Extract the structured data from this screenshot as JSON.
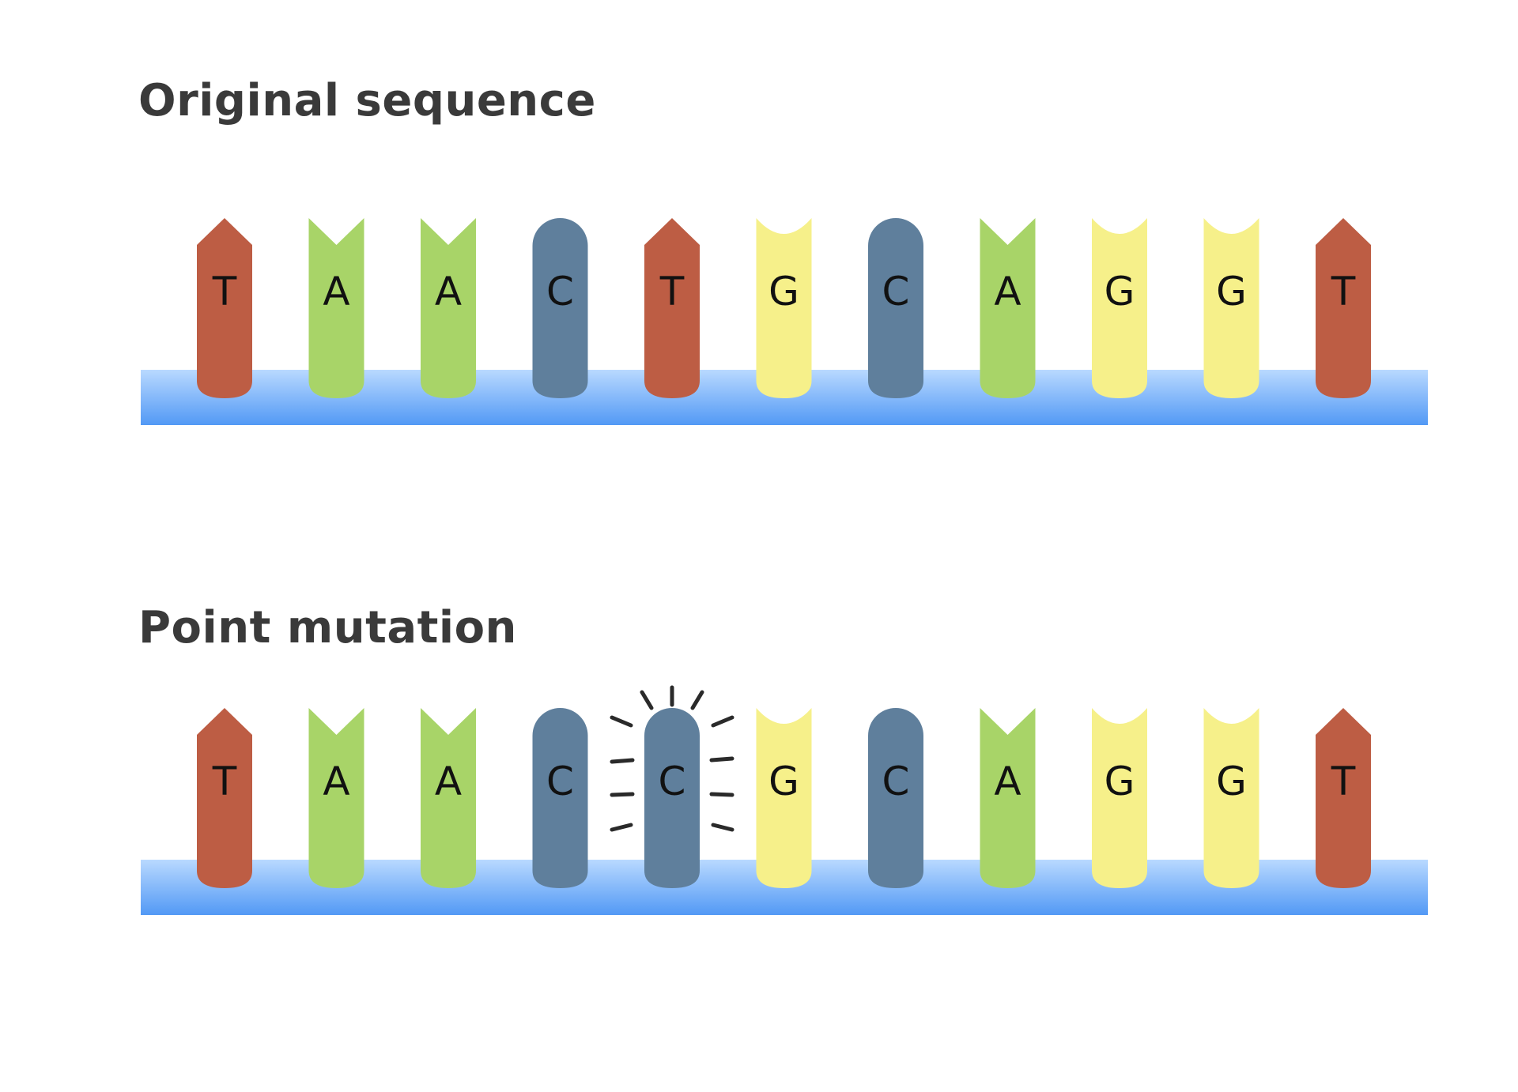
{
  "sections": [
    {
      "title": "Original sequence",
      "bases": [
        "T",
        "A",
        "A",
        "C",
        "T",
        "G",
        "C",
        "A",
        "G",
        "G",
        "T"
      ],
      "mutated_index": null
    },
    {
      "title": "Point mutation",
      "bases": [
        "T",
        "A",
        "A",
        "C",
        "C",
        "G",
        "C",
        "A",
        "G",
        "G",
        "T"
      ],
      "mutated_index": 4
    }
  ],
  "base_styles": {
    "T": {
      "color": "#bd5d44",
      "shape": "arrow-top",
      "icon": "thymine-arrow-icon"
    },
    "A": {
      "color": "#a8d468",
      "shape": "notch-top",
      "icon": "adenine-notch-icon"
    },
    "C": {
      "color": "#5f7f9c",
      "shape": "round-top",
      "icon": "cytosine-round-icon"
    },
    "G": {
      "color": "#f6f08a",
      "shape": "concave-top",
      "icon": "guanine-concave-icon"
    }
  },
  "backbone_colors": {
    "top": "#b9d9ff",
    "bottom": "#5299f5"
  }
}
